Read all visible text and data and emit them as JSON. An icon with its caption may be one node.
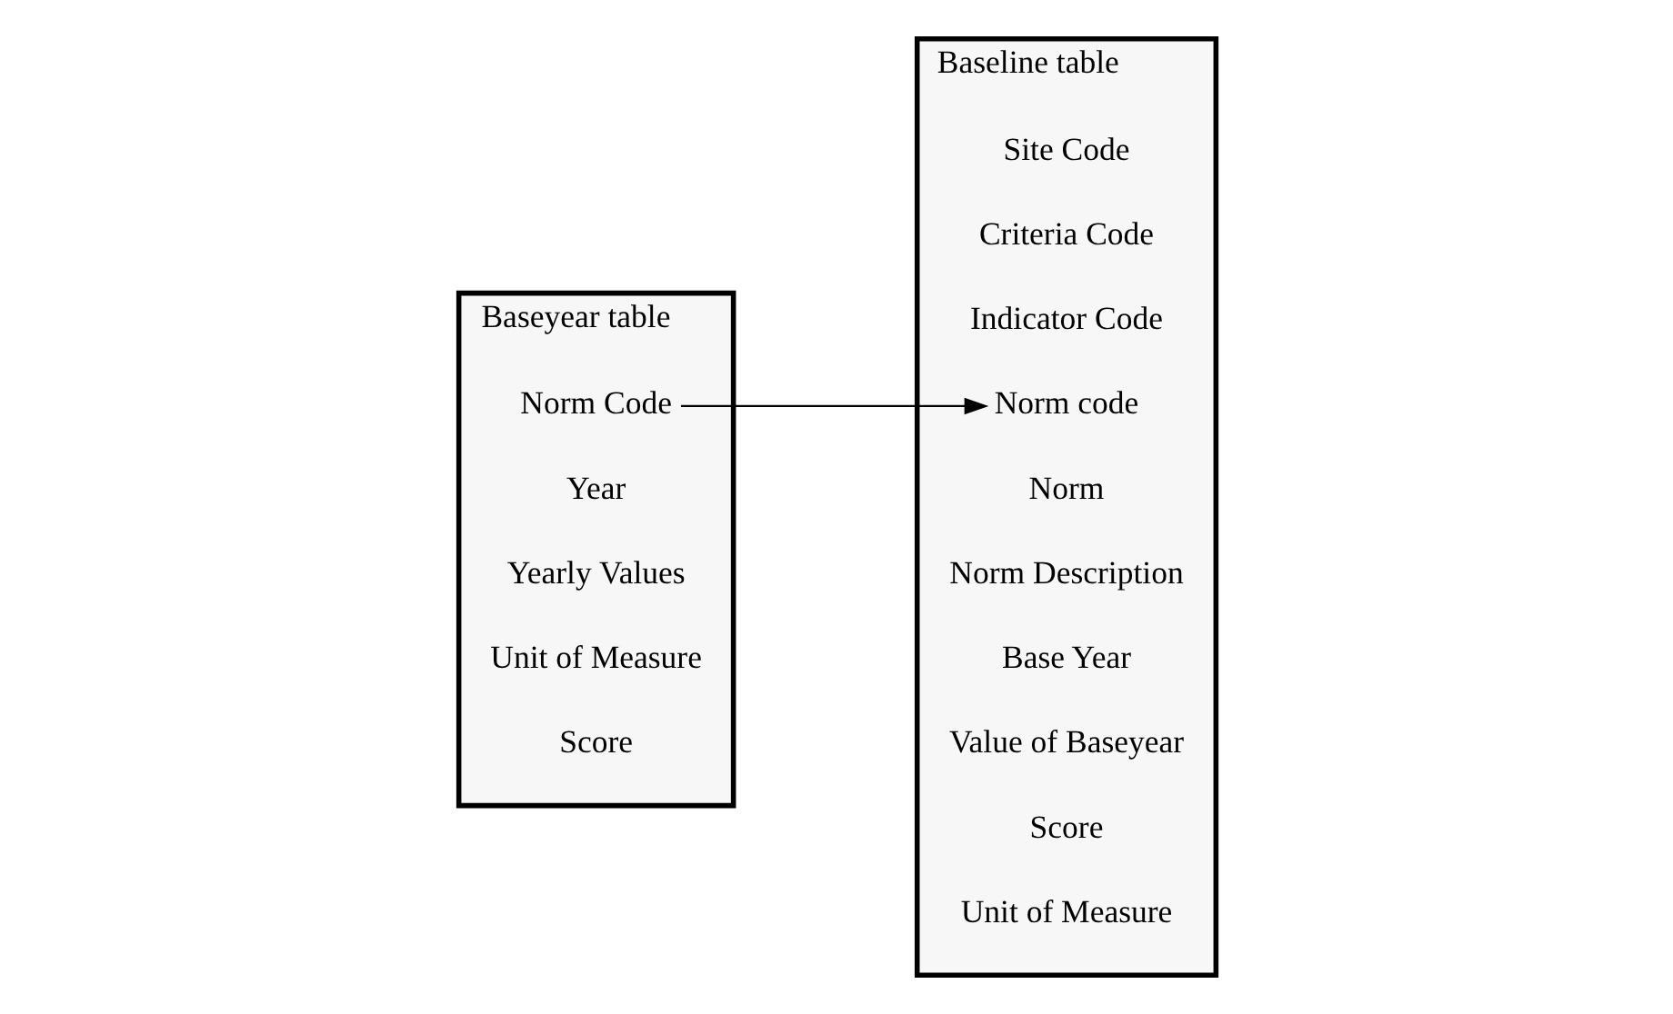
{
  "diagram": {
    "nodes": [
      {
        "text": [
          "Baseyear table"
        ]
      },
      {
        "text": [
          "Norm Code"
        ],
        "in": 0
      },
      {
        "text": [
          "Year"
        ],
        "in": 0
      },
      {
        "text": [
          "Yearly Values"
        ],
        "in": 0
      },
      {
        "text": [
          "Unit of Measure"
        ],
        "in": 0
      },
      {
        "text": [
          "Score"
        ],
        "in": 0
      },
      {
        "text": [
          "Baseline table"
        ]
      },
      {
        "text": [
          "Site Code"
        ],
        "in": 6
      },
      {
        "text": [
          "Criteria Code"
        ],
        "in": 6
      },
      {
        "text": [
          "Indicator Code"
        ],
        "in": 6
      },
      {
        "text": [
          "Norm code"
        ],
        "in": 6
      },
      {
        "text": [
          "Norm"
        ],
        "in": 6
      },
      {
        "text": [
          "Norm Description"
        ],
        "in": 6
      },
      {
        "text": [
          "Base Year"
        ],
        "in": 6
      },
      {
        "text": [
          "Value of Baseyear"
        ],
        "in": 6
      },
      {
        "text": [
          "Score"
        ],
        "in": 6
      },
      {
        "text": [
          "Unit of Measure"
        ],
        "in": 6
      }
    ],
    "edges": [
      {
        "from": 1,
        "to": 10,
        "arrow": "to"
      }
    ]
  }
}
